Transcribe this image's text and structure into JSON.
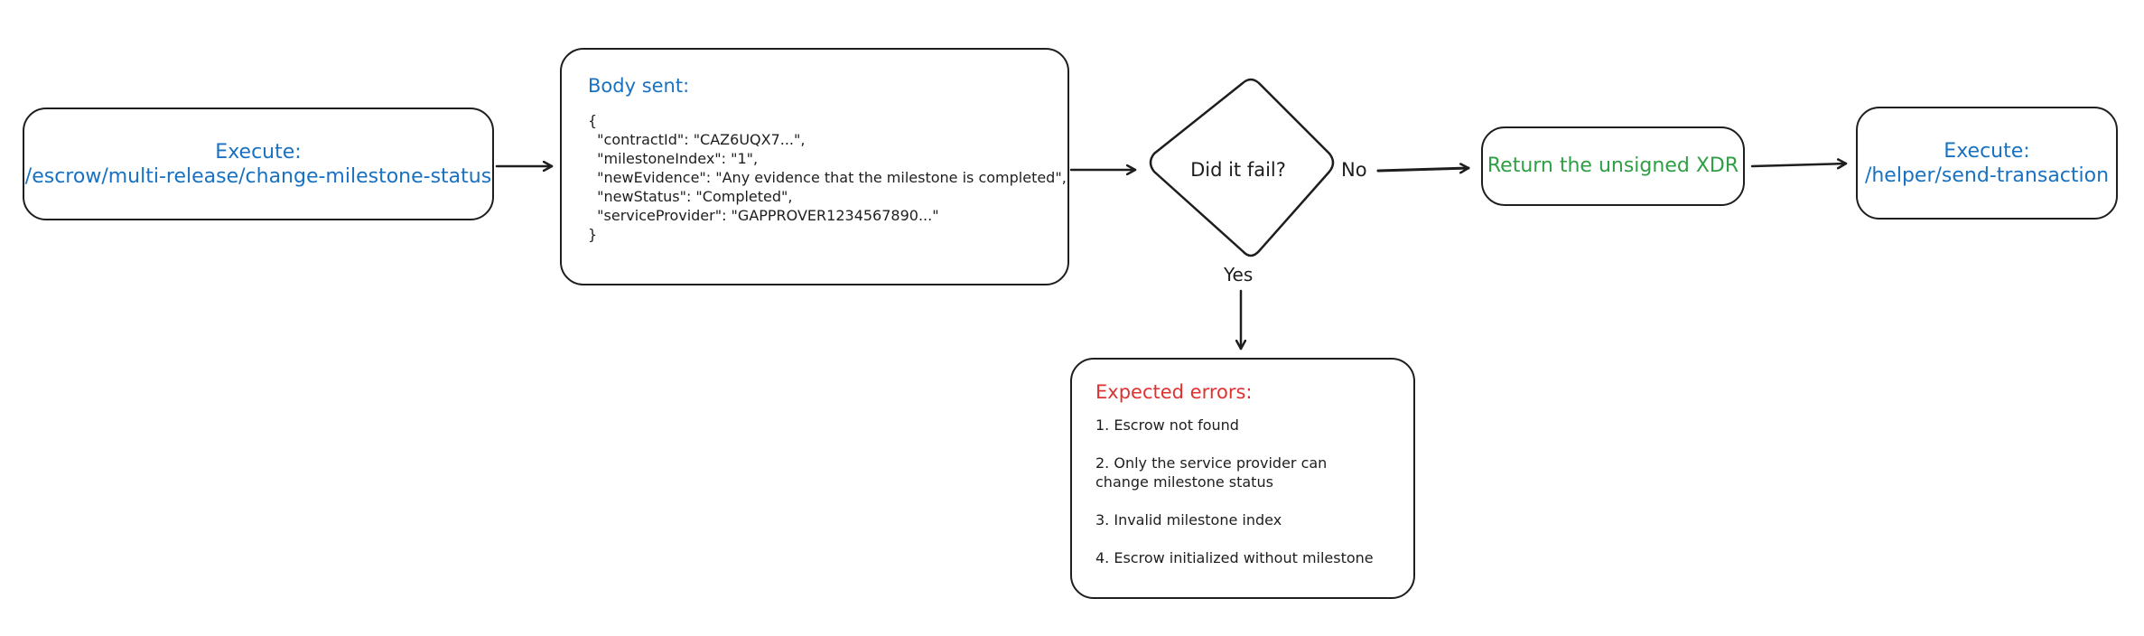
{
  "step_execute_1": {
    "line1": "Execute:",
    "line2": "/escrow/multi-release/change-milestone-status"
  },
  "body_sent": {
    "heading": "Body sent:",
    "lines": [
      "{",
      "  \"contractId\": \"CAZ6UQX7...\",",
      "  \"milestoneIndex\": \"1\",",
      "  \"newEvidence\": \"Any evidence that the milestone is completed\",",
      "  \"newStatus\": \"Completed\",",
      "  \"serviceProvider\": \"GAPPROVER1234567890...\"",
      "}"
    ]
  },
  "decision": {
    "question": "Did it fail?",
    "no_label": "No",
    "yes_label": "Yes"
  },
  "step_return": {
    "label": "Return the unsigned XDR"
  },
  "step_execute_2": {
    "line1": "Execute:",
    "line2": "/helper/send-transaction"
  },
  "expected_errors": {
    "heading": "Expected errors:",
    "items": [
      "1. Escrow not found",
      "2. Only the service provider can change milestone status",
      "3. Invalid milestone index",
      "4. Escrow initialized without milestone"
    ]
  },
  "colors": {
    "info_text": "#1971c2",
    "success_text": "#2f9e44",
    "error_text": "#e03131",
    "stroke": "#1e1e1e"
  }
}
